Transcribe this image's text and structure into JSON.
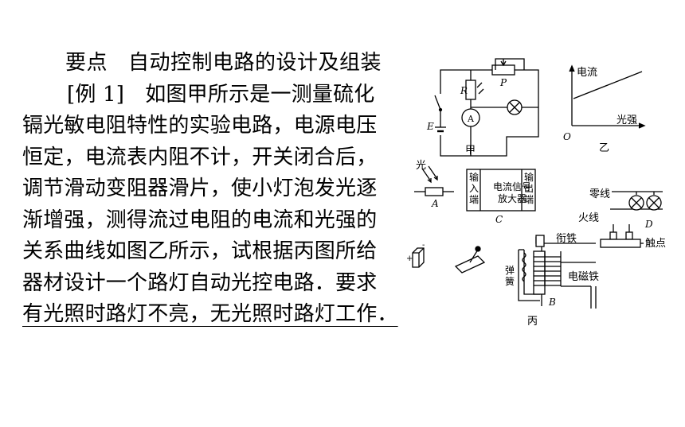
{
  "section": {
    "label": "要点",
    "title": "自动控制电路的设计及组装"
  },
  "example": {
    "lines": [
      "[例  1]　如图甲所示是一测量硫化",
      "镉光敏电阻特性的实验电路，电源电压",
      "恒定，电流表内阻不计，开关闭合后，",
      "调节滑动变阻器滑片，使小灯泡发光逐",
      "渐增强，测得流过电阻的电流和光强的",
      "关系曲线如图乙所示，试根据丙图所给",
      "器材设计一个路灯自动光控电路．要求",
      "有光照时路灯不亮，无光照时路灯工作．"
    ]
  },
  "figure": {
    "jia": {
      "caption": "甲",
      "R": "R",
      "P": "P",
      "A": "A",
      "E": "E"
    },
    "yi": {
      "caption": "乙",
      "ylabel": "电流",
      "xlabel": "光强",
      "origin": "O"
    },
    "bing": {
      "caption": "丙",
      "light": "光",
      "A": "A",
      "amplifier_input": "输入端",
      "amplifier_name_1": "电流信号",
      "amplifier_name_2": "放大器",
      "amplifier_output": "输出端",
      "C": "C",
      "neutral": "零线",
      "live": "火线",
      "D": "D",
      "armature": "衔铁",
      "contact": "触点",
      "spring": "弹簧",
      "electromagnet": "电磁铁",
      "B": "B",
      "battery_plus": "+",
      "battery_minus": "-"
    }
  }
}
